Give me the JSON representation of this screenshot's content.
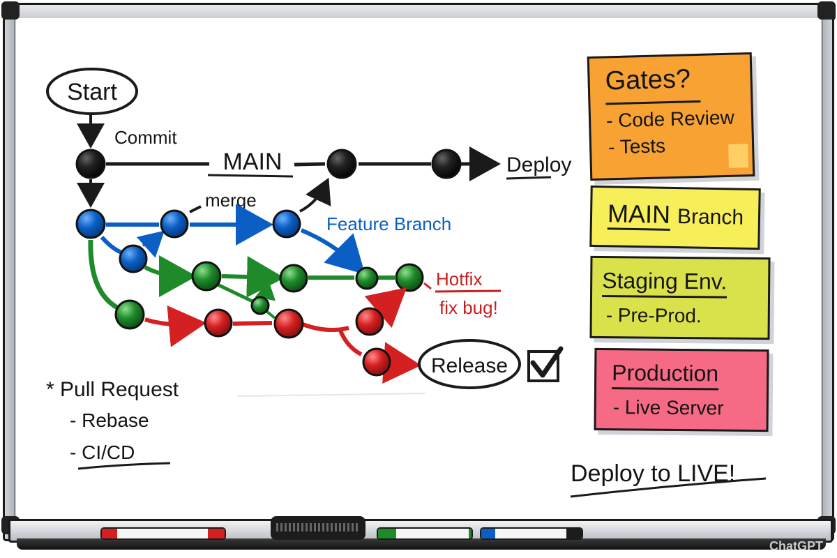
{
  "diagram": {
    "start_label": "Start",
    "commit_label": "Commit",
    "main_label": "MAIN",
    "deploy_label": "Deploy",
    "merge_label": "merge",
    "feature_branch_label": "Feature Branch",
    "hotfix_label": "Hotfix",
    "hotfix_note": "fix bug!",
    "release_label": "Release",
    "colors": {
      "main": "#1a1a1a",
      "feature": "#0b5fc4",
      "develop": "#1e8a2a",
      "hotfix": "#d42020"
    }
  },
  "notes": {
    "gates": {
      "title": "Gates?",
      "items": [
        "- Code Review",
        "- Tests"
      ],
      "color": "#f7a233"
    },
    "main_branch": {
      "title_main": "MAIN",
      "title_rest": "Branch",
      "color": "#f7ef5a"
    },
    "staging": {
      "title": "Staging Env.",
      "items": [
        "- Pre-Prod."
      ],
      "color": "#d9e24a"
    },
    "production": {
      "title": "Production",
      "items": [
        "- Live Server"
      ],
      "color": "#f76a85"
    }
  },
  "pull_request": {
    "title": "* Pull Request",
    "items": [
      "- Rebase",
      "- CI/CD"
    ]
  },
  "footer_slogan": "Deploy to LIVE!",
  "tray": {
    "markers": [
      {
        "name": "red-marker",
        "color": "#d42020"
      },
      {
        "name": "green-marker",
        "color": "#1e8a2a"
      },
      {
        "name": "blue-marker",
        "color": "#0b5fc4"
      }
    ]
  },
  "watermark": "ChatGPT"
}
